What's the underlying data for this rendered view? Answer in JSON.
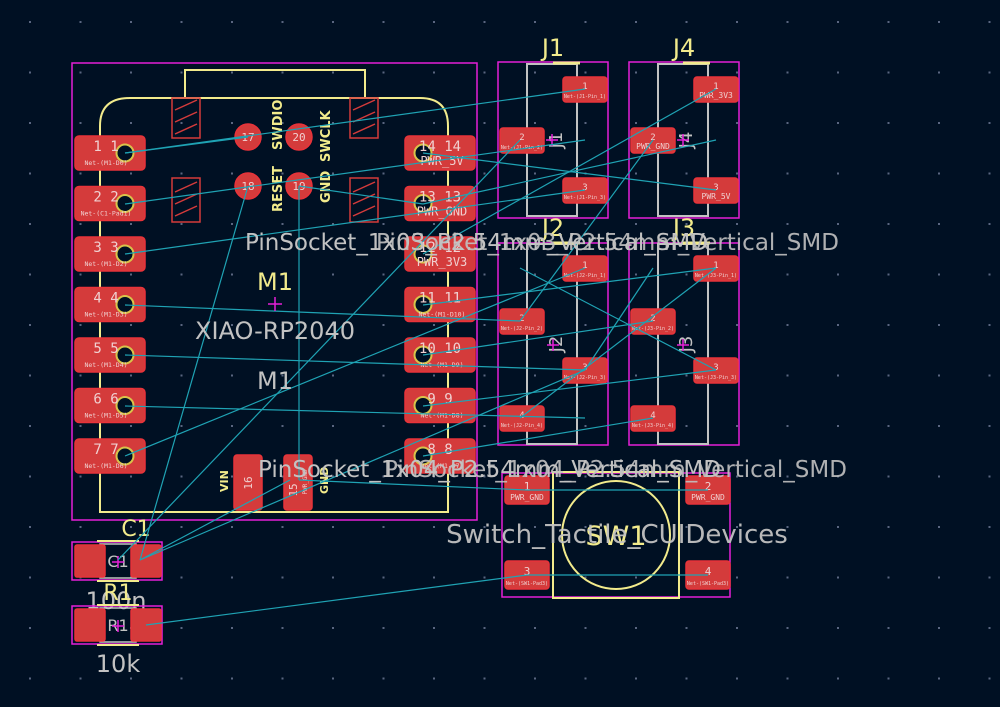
{
  "app": {
    "view": "PCB Editor"
  },
  "colors": {
    "background": "#001023",
    "pad": "#d43b3b",
    "pad_outline": "#e8333a",
    "courtyard": "#e61fd8",
    "silkscreen": "#f2eb8c",
    "fab": "#c2c2c2",
    "ratsnest": "#1fa3b4",
    "grid": "#5a6680"
  },
  "footprints": {
    "M1": {
      "ref": "M1",
      "value": "XIAO-RP2040",
      "ref_fab": "M1",
      "left_pads": [
        {
          "num": "1",
          "net": "Net-(M1-D0)"
        },
        {
          "num": "2",
          "net": "Net-(C1-Pad1)"
        },
        {
          "num": "3",
          "net": "Net-(M1-D2)"
        },
        {
          "num": "4",
          "net": "Net-(M1-D3)"
        },
        {
          "num": "5",
          "net": "Net-(M1-D4)"
        },
        {
          "num": "6",
          "net": "Net-(M1-D5)"
        },
        {
          "num": "7",
          "net": "Net-(M1-D6)"
        }
      ],
      "right_pads": [
        {
          "num": "14",
          "net": "PWR_5V"
        },
        {
          "num": "13",
          "net": "PWR_GND"
        },
        {
          "num": "12",
          "net": "PWR_3V3"
        },
        {
          "num": "11",
          "net": "Net-(M1-D10)"
        },
        {
          "num": "10",
          "net": "Net-(M1-D9)"
        },
        {
          "num": "9",
          "net": "Net-(M1-D8)"
        },
        {
          "num": "8",
          "net": "Net-(M1-D7)"
        }
      ],
      "swd_pads": [
        {
          "num": "17"
        },
        {
          "num": "20"
        },
        {
          "num": "18"
        },
        {
          "num": "19"
        }
      ],
      "swd_labels": [
        "RESET",
        "SWDIO",
        "GND",
        "SWCLK"
      ],
      "bottom_pads": [
        {
          "num": "16",
          "net": ""
        },
        {
          "num": "15",
          "net": "PWR_GND"
        }
      ],
      "bottom_labels": [
        "VIN",
        "GND"
      ]
    },
    "J1": {
      "ref": "J1",
      "pads": [
        {
          "num": "1",
          "net": "Net-(J1-Pin_1)"
        },
        {
          "num": "2",
          "net": "Net-(J1-Pin_2)"
        },
        {
          "num": "3",
          "net": "Net-(J1-Pin_3)"
        }
      ]
    },
    "J4": {
      "ref": "J4",
      "pads": [
        {
          "num": "1",
          "net": "PWR_3V3"
        },
        {
          "num": "2",
          "net": "PWR_GND"
        },
        {
          "num": "3",
          "net": "PWR_5V"
        }
      ]
    },
    "J2": {
      "ref": "J2",
      "pads": [
        {
          "num": "1",
          "net": "Net-(J2-Pin_1)"
        },
        {
          "num": "2",
          "net": "Net-(J2-Pin_2)"
        },
        {
          "num": "3",
          "net": "Net-(J2-Pin_3)"
        },
        {
          "num": "4",
          "net": "Net-(J2-Pin_4)"
        }
      ]
    },
    "J3": {
      "ref": "J3",
      "pads": [
        {
          "num": "1",
          "net": "Net-(J3-Pin_1)"
        },
        {
          "num": "2",
          "net": "Net-(J3-Pin_2)"
        },
        {
          "num": "3",
          "net": "Net-(J3-Pin_3)"
        },
        {
          "num": "4",
          "net": "Net-(J3-Pin_4)"
        }
      ]
    },
    "SW1": {
      "ref": "SW1",
      "value": "Switch_Tactile_CUIDevices",
      "pads": [
        {
          "num": "1",
          "net": "PWR_GND"
        },
        {
          "num": "2",
          "net": "PWR_GND"
        },
        {
          "num": "3",
          "net": "Net-(SW1-Pad3)"
        },
        {
          "num": "4",
          "net": "Net-(SW1-Pad3)"
        }
      ]
    },
    "C1": {
      "ref": "C1",
      "value": "100n",
      "fab": "C1"
    },
    "R1": {
      "ref": "R1",
      "value": "10k",
      "fab": "R1"
    }
  },
  "value_labels": {
    "top_a": "PinSocket_1x03_P2.54mm_Vertical_SMD",
    "top_b": "PinSocket_1x03_P2.54mm_Vertical_SMD",
    "bottom_a": "PinSocket_1x04_P2.54mm_Vertical_SMD",
    "bottom_b": "PinSocket_1x04_P2.54mm_Vertical_SMD"
  }
}
